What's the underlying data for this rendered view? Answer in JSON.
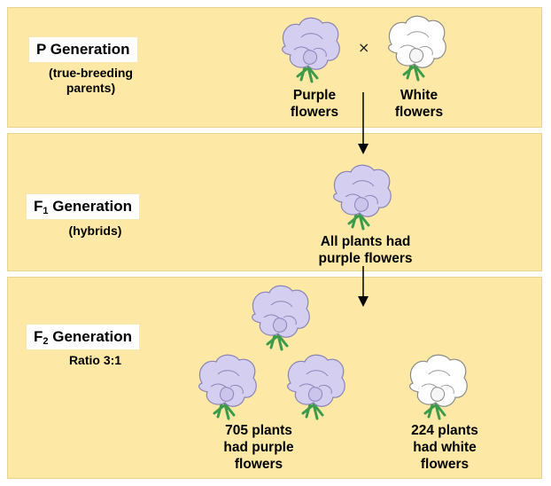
{
  "colors": {
    "panel": "#fde9a5",
    "purple_petal": "#d4cff0",
    "purple_edge": "#8a83b8",
    "white_petal": "#ffffff",
    "white_edge": "#8a8a8a",
    "stem": "#3c9b4a"
  },
  "p_generation": {
    "title": "P Generation",
    "subtitle": "(true-breeding\nparents)",
    "cross_symbol": "×",
    "purple_caption": "Purple\nflowers",
    "white_caption": "White\nflowers"
  },
  "f1_generation": {
    "title_letter": "F",
    "title_sub": "1",
    "title_rest": "Generation",
    "subtitle": "(hybrids)",
    "caption": "All plants had\npurple flowers"
  },
  "f2_generation": {
    "title_letter": "F",
    "title_sub": "2",
    "title_rest": "Generation",
    "subtitle": "Ratio 3:1",
    "purple_caption": "705 plants\nhad purple\nflowers",
    "white_caption": "224 plants\nhad white\nflowers"
  }
}
